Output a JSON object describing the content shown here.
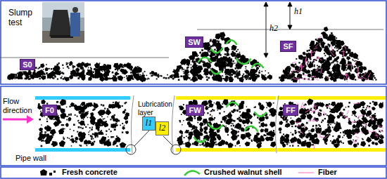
{
  "diagram": {
    "nodes": [
      {
        "text": [
          "S0"
        ]
      },
      {
        "text": [
          "SW"
        ]
      },
      {
        "text": [
          "SF"
        ]
      },
      {
        "text": [
          "F0"
        ]
      },
      {
        "text": [
          "l1"
        ]
      },
      {
        "text": [
          "l2"
        ]
      },
      {
        "text": [
          "FW"
        ]
      },
      {
        "text": [
          "FF"
        ]
      }
    ],
    "edges": [],
    "labels": [
      "Slump test",
      "h1",
      "h2",
      "Flow direction",
      "Lubrication layer",
      "Pipe wall"
    ],
    "legend": [
      {
        "text": "Fresh concrete"
      },
      {
        "text": "Crushed walnut shell"
      },
      {
        "text": "Fiber"
      }
    ]
  }
}
